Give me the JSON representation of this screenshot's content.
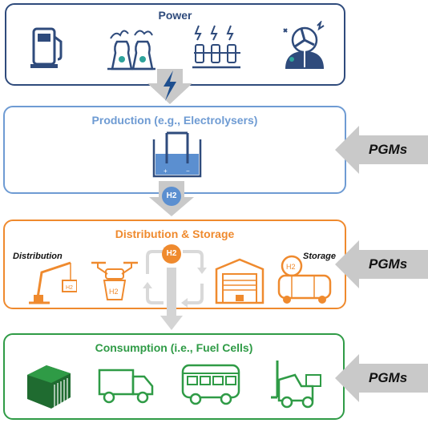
{
  "stages": {
    "power": {
      "title": "Power",
      "color": "#2f4b7c"
    },
    "production": {
      "title": "Production (e.g., Electrolysers)",
      "color": "#6e9bd3"
    },
    "distribution": {
      "title": "Distribution & Storage",
      "color": "#ef8a2e",
      "left_label": "Distribution",
      "right_label": "Storage"
    },
    "consumption": {
      "title": "Consumption (i.e., Fuel Cells)",
      "color": "#2f9b46"
    }
  },
  "flow_labels": {
    "h2_production": "H2",
    "h2_distribution": "H2"
  },
  "pgm_arrows": [
    {
      "label": "PGMs"
    },
    {
      "label": "PGMs"
    },
    {
      "label": "PGMs"
    }
  ],
  "icons": {
    "power": [
      "fuel-pump-icon",
      "nuclear-plant-icon",
      "power-grid-icon",
      "wind-turbine-icon"
    ],
    "production": [
      "electrolyser-icon"
    ],
    "distribution": [
      "crane-icon",
      "drone-icon",
      "recycle-arrows-icon",
      "warehouse-icon",
      "storage-tank-icon"
    ],
    "consumption": [
      "fuel-cell-stack-icon",
      "truck-icon",
      "bus-icon",
      "forklift-icon"
    ]
  },
  "icon_texts": {
    "crane_tag": "H2",
    "drone_tag": "H2",
    "tank_tag": "H2"
  },
  "colors": {
    "arrow_gray": "#c9c9c9",
    "flow_circle": "#5b8fd0",
    "bolt": "#1e4f8f"
  }
}
